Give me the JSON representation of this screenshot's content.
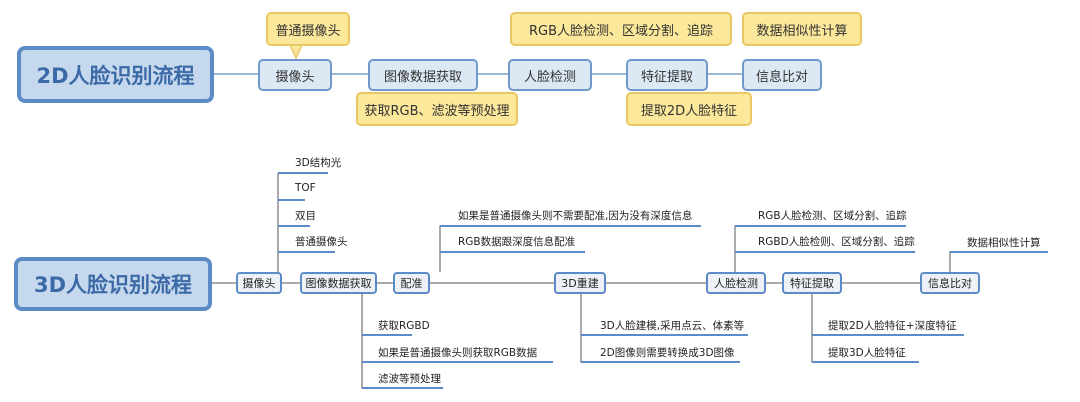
{
  "flow2d": {
    "title": "2D人脸识别流程",
    "nodes": [
      "摄像头",
      "图像数据获取",
      "人脸检测",
      "特征提取",
      "信息比对"
    ],
    "notes": {
      "camera": "普通摄像头",
      "acquire": "获取RGB、滤波等预处理",
      "detect": "RGB人脸检测、区域分割、追踪",
      "feature": "提取2D人脸特征",
      "compare": "数据相似性计算"
    }
  },
  "flow3d": {
    "title": "3D人脸识别流程",
    "nodes": [
      "摄像头",
      "图像数据获取",
      "配准",
      "3D重建",
      "人脸检测",
      "特征提取",
      "信息比对"
    ],
    "camera_items": [
      "3D结构光",
      "TOF",
      "双目",
      "普通摄像头"
    ],
    "acquire_items": [
      "获取RGBD",
      "如果是普通摄像头则获取RGB数据",
      "滤波等预处理"
    ],
    "register_items": [
      "如果是普通摄像头则不需要配准,因为没有深度信息",
      "RGB数据跟深度信息配准"
    ],
    "reconstruct_items": [
      "3D人脸建模,采用点云、体素等",
      "2D图像则需要转换成3D图像"
    ],
    "detect_items": [
      "RGB人脸检测、区域分割、追踪",
      "RGBD人脸检则、区域分割、追踪"
    ],
    "feature_items": [
      "提取2D人脸特征+深度特征",
      "提取3D人脸特征"
    ],
    "compare_items": [
      "数据相似性计算"
    ]
  }
}
